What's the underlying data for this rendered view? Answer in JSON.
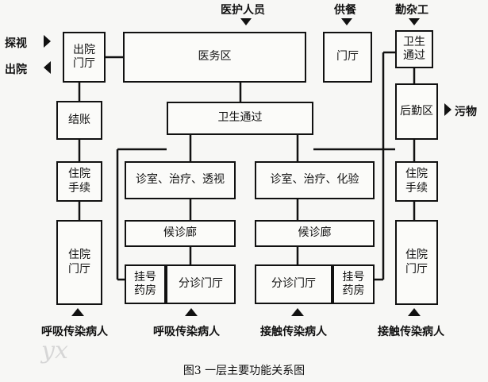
{
  "top_labels": {
    "medical_staff": "医护人员",
    "catering": "供餐",
    "service_workers": "勤杂工"
  },
  "side_labels": {
    "visit": "探视",
    "discharge": "出院",
    "dirt": "污物"
  },
  "boxes": {
    "discharge_hall": "出院\n门厅",
    "medical_area": "医务区",
    "catering_hall": "门厅",
    "sanitary_pass_right": "卫生\n通过",
    "checkout": "结账",
    "sanitary_pass_center": "卫生通过",
    "logistics": "后勤区",
    "admission_left": "住院\n手续",
    "clinic_left": "诊室、治疗、透视",
    "clinic_right": "诊室、治疗、化验",
    "admission_right": "住院\n手续",
    "waiting_left": "候诊廊",
    "waiting_right": "候诊廊",
    "inpatient_hall_left": "住院\n门厅",
    "inpatient_hall_right": "住院\n门厅",
    "registration_left": "挂号\n药房",
    "sub_hall_left": "分诊门厅",
    "sub_hall_right": "分诊门厅",
    "registration_right": "挂号\n药房"
  },
  "bottom_labels": {
    "respiratory_1": "呼吸传染病人",
    "respiratory_2": "呼吸传染病人",
    "contact_1": "接触传染病人",
    "contact_2": "接触传染病人"
  },
  "caption": "图3  一层主要功能关系图"
}
